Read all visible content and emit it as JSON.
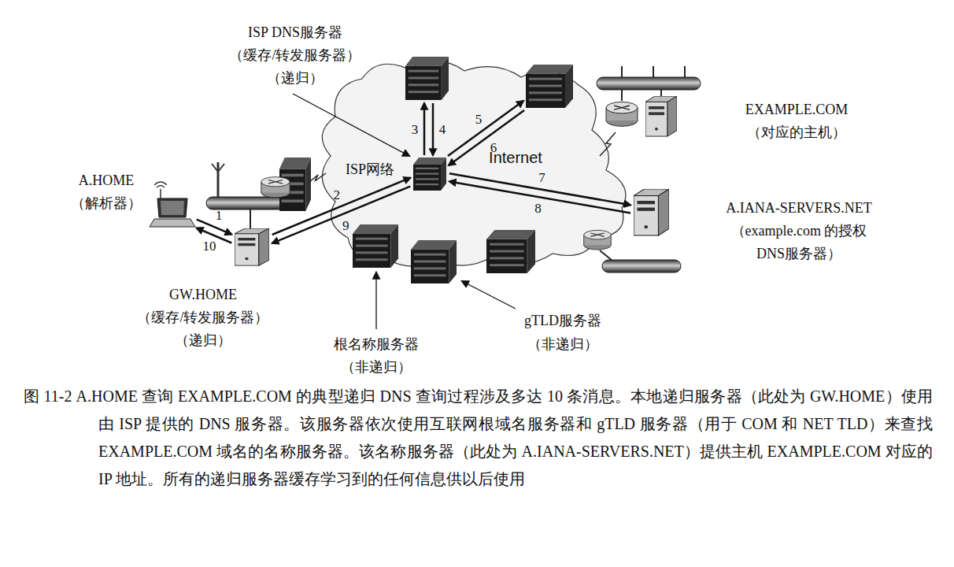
{
  "diagram": {
    "caption": "图 11-2 A.HOME 查询 EXAMPLE.COM 的典型递归 DNS 查询过程涉及多达 10 条消息。本地递归服务器（此处为 GW.HOME）使用由 ISP 提供的 DNS 服务器。该服务器依次使用互联网根域名服务器和 gTLD 服务器（用于 COM 和 NET TLD）来查找 EXAMPLE.COM 域名的名称服务器。该名称服务器（此处为 A.IANA-SERVERS.NET）提供主机 EXAMPLE.COM 对应的 IP 地址。所有的递归服务器缓存学习到的任何信息供以后使用",
    "nodes": [
      {
        "text": [
          "ISP DNS服务器",
          "（缓存/转发服务器）",
          "（递归）"
        ]
      },
      {
        "text": [
          "EXAMPLE.COM",
          "（对应的主机）"
        ]
      },
      {
        "text": [
          "A.HOME",
          "（解析器）"
        ]
      },
      {
        "text": [
          "A.IANA-SERVERS.NET",
          "（example.com 的授权 DNS服务器）"
        ]
      },
      {
        "text": [
          "GW.HOME",
          "（缓存/转发服务器）",
          "（递归）"
        ]
      }
    ],
    "edges": [
      {
        "from": 2,
        "to": 4,
        "label": "1",
        "arrow": "to"
      },
      {
        "from": 4,
        "to": 2,
        "label": "10",
        "arrow": "to"
      },
      {
        "from": 4,
        "to": 0,
        "label": "2",
        "arrow": "to"
      },
      {
        "from": 0,
        "to": 4,
        "label": "9",
        "arrow": "to"
      },
      {
        "from": 0,
        "to": 3,
        "label": "7",
        "arrow": "to"
      },
      {
        "from": 3,
        "to": 0,
        "label": "8",
        "arrow": "to"
      }
    ],
    "labels": [
      "ISP网络",
      "Internet",
      "3",
      "4",
      "5",
      "6",
      "根名称服务器",
      "（非递归）",
      "gTLD服务器",
      "（非递归）"
    ]
  }
}
